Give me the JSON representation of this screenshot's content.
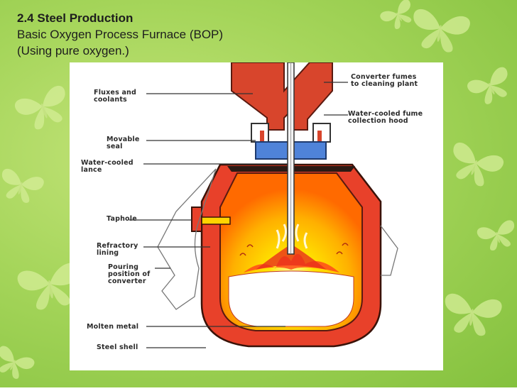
{
  "slide": {
    "title": "2.4 Steel Production",
    "subtitle": "Basic Oxygen Process Furnace (BOP)",
    "note": "(Using pure oxygen.)"
  },
  "diagram": {
    "labels": {
      "fluxes": "Fluxes and\ncoolants",
      "seal": "Movable\nseal",
      "lance": "Water-cooled\nlance",
      "taphole": "Taphole",
      "refractory": "Refractory\nlining",
      "pouring": "Pouring\nposition of\nconverter",
      "molten": "Molten metal",
      "shell": "Steel shell",
      "fumes": "Converter fumes\nto cleaning plant",
      "hood": "Water-cooled fume\ncollection hood"
    }
  },
  "colors": {
    "background": "#9fd356",
    "butterfly": "#d9ef9a",
    "shell": "#e8412a",
    "flame": "#ffd400",
    "seal": "#4f83d9"
  }
}
